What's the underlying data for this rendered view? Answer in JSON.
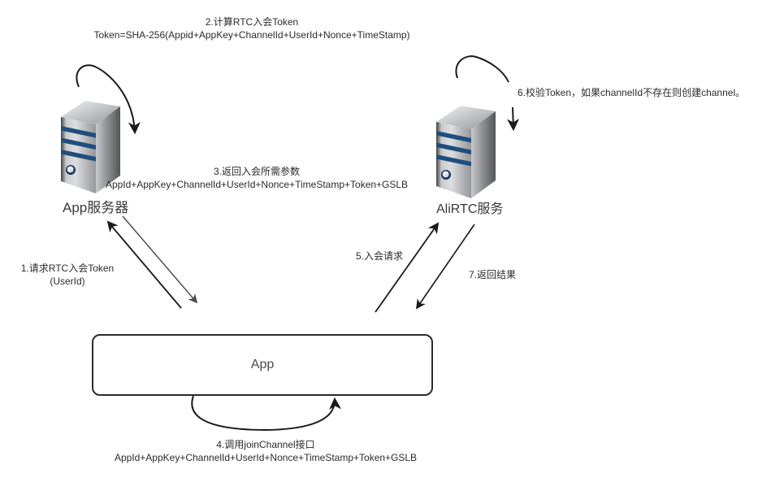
{
  "diagram": {
    "nodes": {
      "app_server": {
        "label": "App服务器"
      },
      "alirtc_server": {
        "label": "AliRTC服务"
      },
      "app": {
        "label": "App"
      }
    },
    "steps": {
      "step1": {
        "line1": "1.请求RTC入会Token",
        "line2": "(UserId)"
      },
      "step2": {
        "line1": "2.计算RTC入会Token",
        "line2": "Token=SHA-256(Appid+AppKey+ChannelId+UserId+Nonce+TimeStamp)"
      },
      "step3": {
        "line1": "3.返回入会所需参数",
        "line2": "AppId+AppKey+ChannelId+UserId+Nonce+TimeStamp+Token+GSLB"
      },
      "step4": {
        "line1": "4.调用joinChannel接口",
        "line2": "AppId+AppKey+ChannelId+UserId+Nonce+TimeStamp+Token+GSLB"
      },
      "step5": {
        "label": "5.入会请求"
      },
      "step6": {
        "label": "6.校验Token，如果channelId不存在则创建channel。"
      },
      "step7": {
        "label": "7.返回结果"
      }
    },
    "colors": {
      "background": "#ffffff",
      "arrow": "#1a1a1a",
      "arrow_light": "#4a4a4a",
      "text": "#2b2b2b",
      "server_stripe": "#1e4e7d",
      "box_border": "#2b2b2b"
    }
  }
}
